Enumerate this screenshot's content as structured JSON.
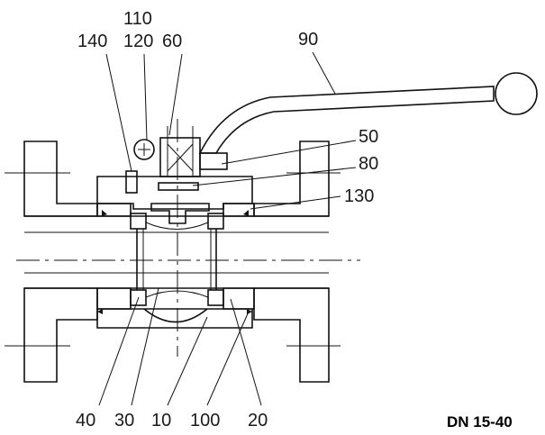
{
  "callouts_top": [
    "110",
    "140",
    "120",
    "60",
    "90"
  ],
  "callouts_right": [
    "50",
    "80",
    "130"
  ],
  "callouts_bottom": [
    "40",
    "30",
    "10",
    "100",
    "20"
  ],
  "caption": "DN 15-40"
}
